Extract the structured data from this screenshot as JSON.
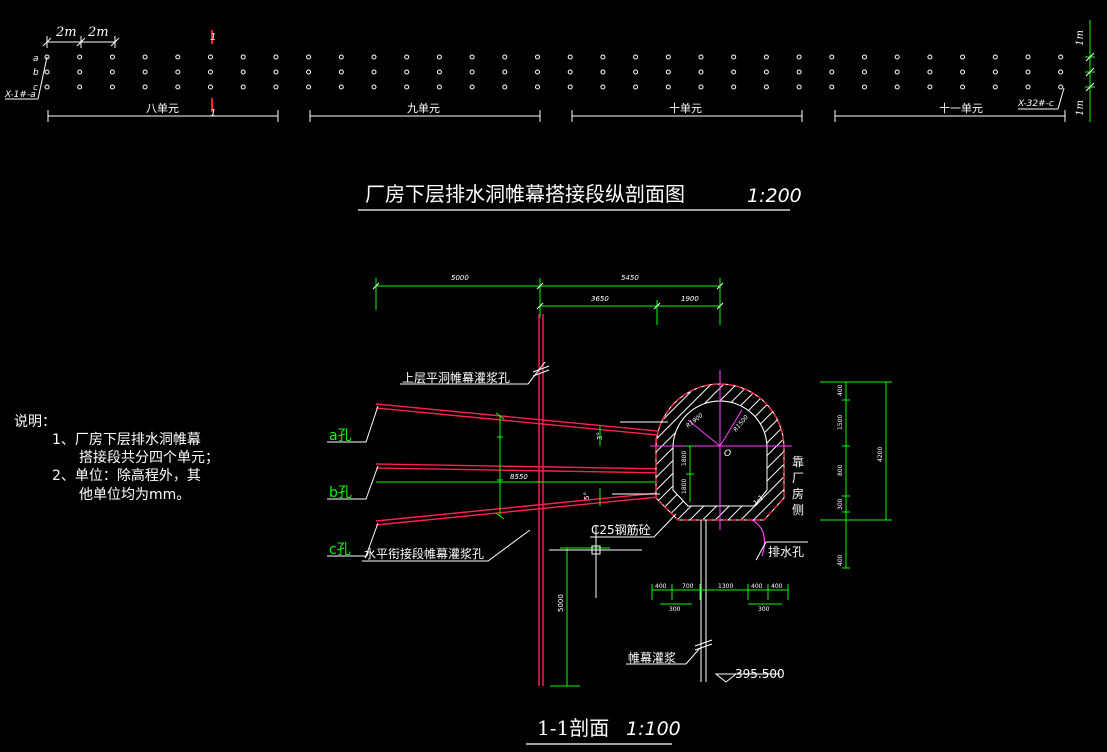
{
  "top": {
    "dim_spacing_1": "2m",
    "dim_spacing_2": "2m",
    "row_labels": [
      "a",
      "b",
      "c"
    ],
    "start_hole": "X-1#-a",
    "end_hole": "X-32#-c",
    "marker": "1",
    "units": [
      "八单元",
      "九单元",
      "十单元",
      "十一单元"
    ],
    "right_dim_1": "1m",
    "right_dim_2": "1m"
  },
  "title_long": {
    "text": "厂房下层排水洞帷幕搭接段纵剖面图",
    "scale": "1:200"
  },
  "notes": {
    "heading": "说明：",
    "items": [
      "1、厂房下层排水洞帷幕",
      "搭接段共分四个单元；",
      "2、单位：除高程外，其",
      "他单位均为mm。"
    ]
  },
  "section": {
    "dims_top": [
      "5000",
      "5450",
      "3650",
      "1900"
    ],
    "dim_8550": "8550",
    "dim_5000_v": "5000",
    "dims_bottom": [
      "400",
      "700",
      "1300",
      "400",
      "400"
    ],
    "dims_bottom2": [
      "300",
      "300"
    ],
    "dims_right": [
      "400",
      "1500",
      "800",
      "300",
      "400"
    ],
    "dim_total_right": "4200",
    "dims_inner": [
      "1800",
      "1800"
    ],
    "radius_outer": "R1900",
    "radius_inner": "R1500",
    "center_label": "O",
    "slope": "1:1",
    "angle_1": "3°",
    "angle_2": "5°",
    "label_upper_grout": "上层平洞帷幕灌浆孔",
    "label_a": "a孔",
    "label_b": "b孔",
    "label_c": "c孔",
    "label_horizontal": "水平衔接段帷幕灌浆孔",
    "label_concrete": "C25钢筋砼",
    "label_side": [
      "靠",
      "厂",
      "房",
      "侧"
    ],
    "label_drain": "排水孔",
    "label_curtain": "帷幕灌浆",
    "elevation": "395.500"
  },
  "title_section": {
    "text": "1-1剖面",
    "scale": "1:100"
  }
}
